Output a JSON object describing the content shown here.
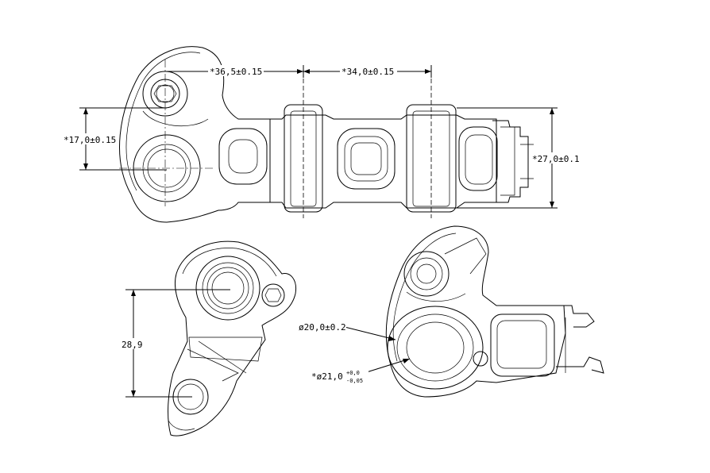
{
  "drawing": {
    "colors": {
      "line": "#000000",
      "background": "#ffffff"
    },
    "top_view": {
      "dim_pitch_1": "*36,5±0.15",
      "dim_pitch_2": "*34,0±0.15",
      "dim_height_left": "*17,0±0.15",
      "dim_height_right": "*27,0±0.1"
    },
    "side_view": {
      "dim_height": "28,9"
    },
    "iso_view": {
      "dim_diameter_1": "ø20,0±0.2",
      "dim_diameter_2_main": "*ø21,0",
      "dim_diameter_2_tol_upper": "+0,0",
      "dim_diameter_2_tol_lower": "-0,05"
    }
  }
}
